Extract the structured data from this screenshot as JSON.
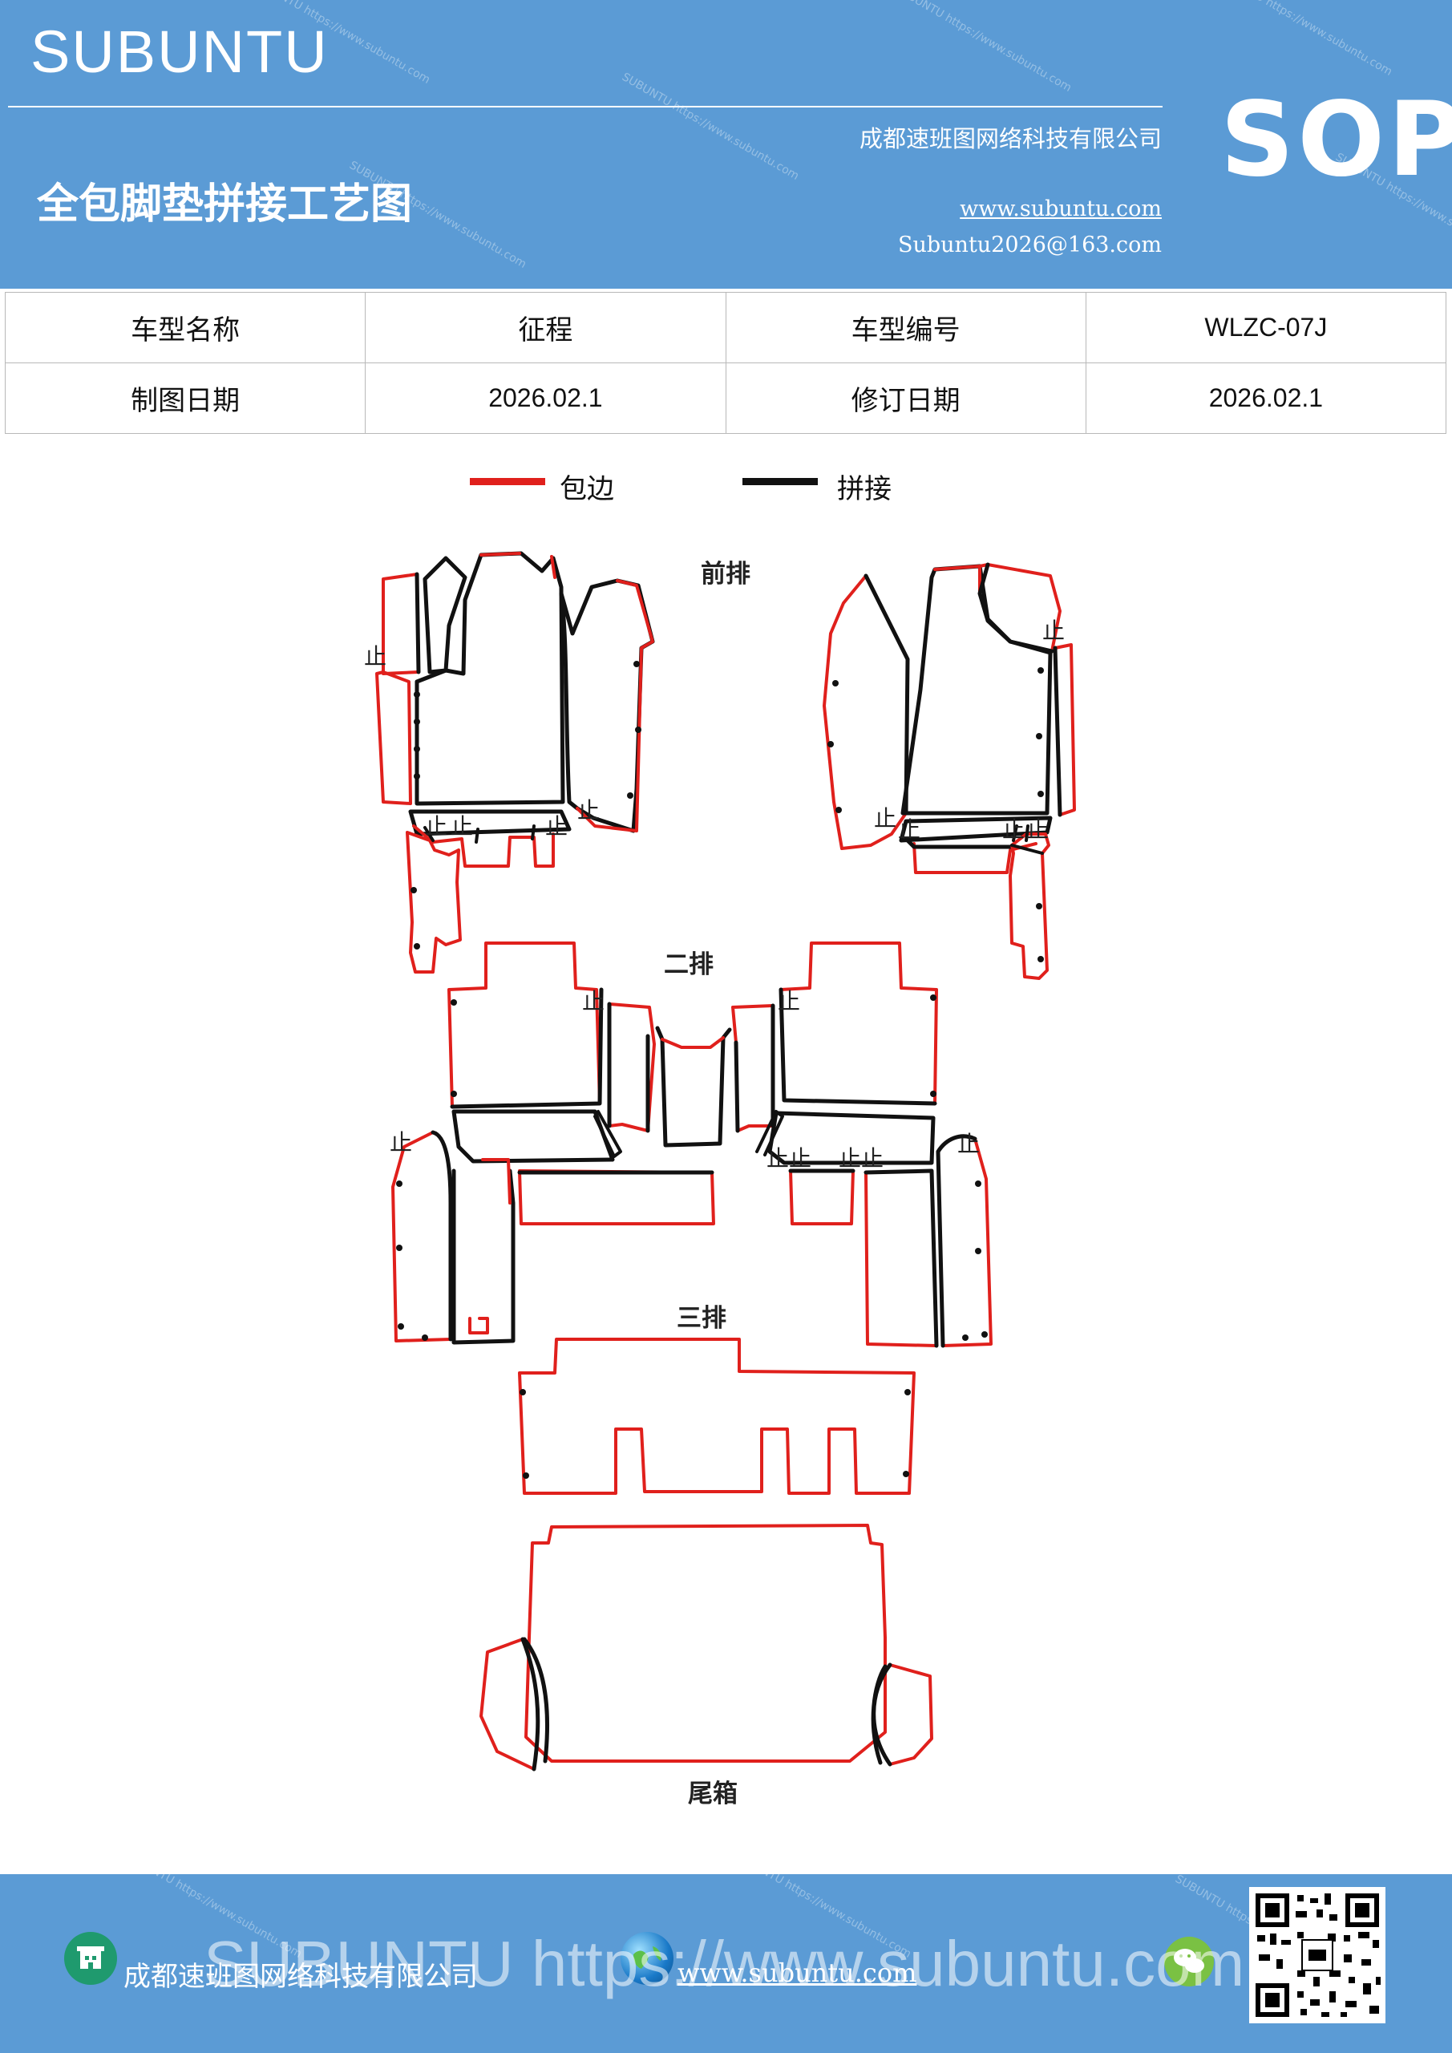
{
  "header": {
    "brand": "SUBUNTU",
    "doc_title": "全包脚垫拼接工艺图",
    "company": "成都速班图网络科技有限公司",
    "website": "www.subuntu.com",
    "email": "Subuntu2026@163.com",
    "badge": "SOP"
  },
  "info_table": {
    "r1": [
      "车型名称",
      "征程",
      "车型编号",
      "WLZC-07J"
    ],
    "r2": [
      "制图日期",
      "2026.02.1",
      "修订日期",
      "2026.02.1"
    ]
  },
  "legend": {
    "binding": {
      "label": "包边",
      "color": "#e0201c"
    },
    "splice": {
      "label": "拼接",
      "color": "#111111"
    }
  },
  "diagram": {
    "front_row": "前排",
    "second_row": "二排",
    "third_row": "三排",
    "trunk": "尾箱",
    "stop_mark": "止"
  },
  "footer": {
    "company": "成都速班图网络科技有限公司",
    "website": "www.subuntu.com",
    "overlay": "SUBUNTU https://www.subuntu.com",
    "icons": [
      "building-icon",
      "globe-icon",
      "wechat-icon"
    ]
  }
}
